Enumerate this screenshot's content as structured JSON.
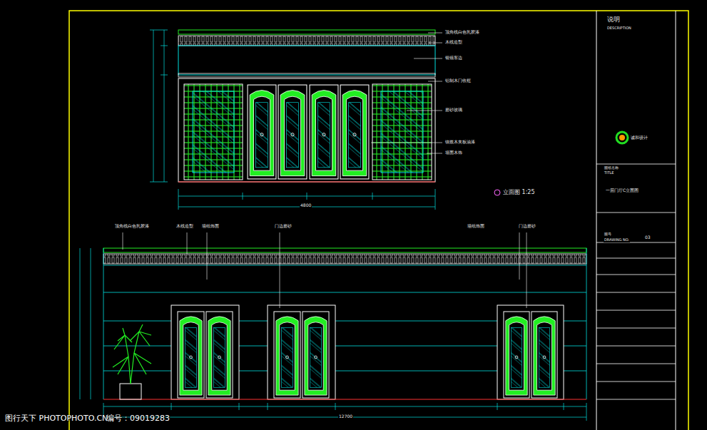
{
  "diagram": {
    "labels": [
      "说明",
      "DESCRIPTION",
      "诚和设计",
      "图纸名称",
      "TITLE",
      "一层门厅C立面图",
      "图号",
      "DRAWING NO.",
      "03",
      "顶角线白色乳胶漆",
      "木线造型",
      "银镜车边",
      "铝制木门收框",
      "磨砂玻璃",
      "镶嵌木夹板油漆",
      "墙面木饰",
      "立面图 1:25",
      "4800",
      "顶角线白色乳胶漆",
      "木线造型",
      "墙纸饰面",
      "门边磨砂",
      "墙纸饰面",
      "门边磨砂",
      "12700",
      "图行天下 PHOTOPHOTO.CN",
      "编号：09019283"
    ]
  }
}
